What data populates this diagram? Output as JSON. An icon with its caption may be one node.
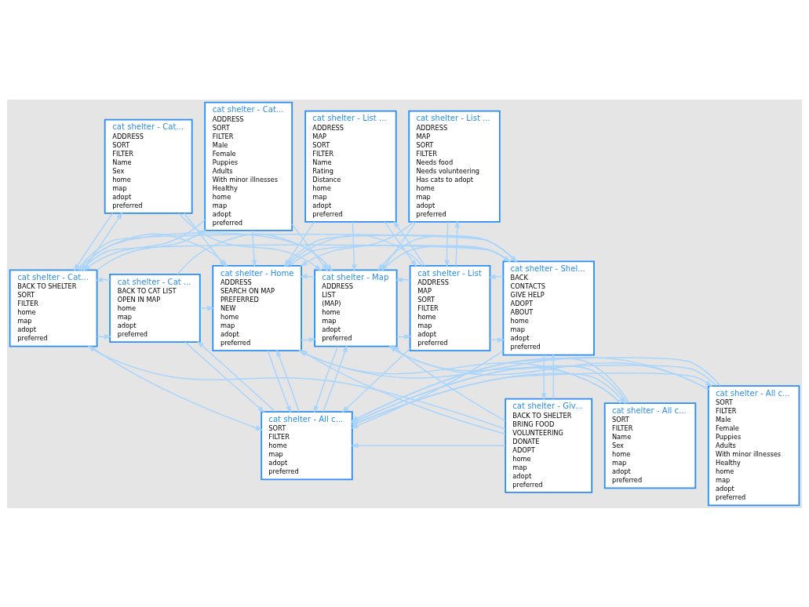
{
  "diagram": {
    "nodes": [
      {
        "text": [
          "cat shelter - List ...",
          "ADDRESS",
          "MAP",
          "SORT",
          "FILTER",
          "Name",
          "Rating",
          "Distance",
          "home",
          "map",
          "adopt",
          "preferred"
        ]
      },
      {
        "text": [
          "cat shelter - List ...",
          "ADDRESS",
          "MAP",
          "SORT",
          "FILTER",
          "Needs food",
          "Needs volunteering",
          "Has cats to adopt",
          "home",
          "map",
          "adopt",
          "preferred"
        ]
      },
      {
        "text": [
          "cat shelter - Cat...",
          "ADDRESS",
          "SORT",
          "FILTER",
          "Name",
          "Sex",
          "home",
          "map",
          "adopt",
          "preferred"
        ]
      },
      {
        "text": [
          "cat shelter - Cat...",
          "ADDRESS",
          "SORT",
          "FILTER",
          "Male",
          "Female",
          "Puppies",
          "Adults",
          "With minor illnesses",
          "Healthy",
          "home",
          "map",
          "adopt",
          "preferred"
        ]
      },
      {
        "text": [
          "cat shelter - Home",
          "ADDRESS",
          "SEARCH ON MAP",
          "PREFERRED",
          "NEW",
          "home",
          "map",
          "adopt",
          "preferred"
        ]
      },
      {
        "text": [
          "cat shelter - Map",
          "ADDRESS",
          "LIST",
          "(MAP)",
          "home",
          "map",
          "adopt",
          "preferred"
        ]
      },
      {
        "text": [
          "cat shelter - List",
          "ADDRESS",
          "MAP",
          "SORT",
          "FILTER",
          "home",
          "map",
          "adopt",
          "preferred"
        ]
      },
      {
        "text": [
          "cat shelter - Shel...",
          "BACK",
          "CONTACTS",
          "GIVE HELP",
          "ADOPT",
          "ABOUT",
          "home",
          "map",
          "adopt",
          "preferred"
        ]
      },
      {
        "text": [
          "cat shelter - Cat...",
          "BACK TO SHELTER",
          "SORT",
          "FILTER",
          "home",
          "map",
          "adopt",
          "preferred"
        ]
      },
      {
        "text": [
          "cat shelter - Cat ...",
          "BACK TO CAT LIST",
          "OPEN IN MAP",
          "home",
          "map",
          "adopt",
          "preferred"
        ]
      },
      {
        "text": [
          "cat shelter - Giv...",
          "BACK TO SHELTER",
          "BRING FOOD",
          "VOLUNTEERING",
          "DONATE",
          "ADOPT",
          "home",
          "map",
          "adopt",
          "preferred"
        ]
      },
      {
        "text": [
          "cat shelter - All c...",
          "SORT",
          "FILTER",
          "home",
          "map",
          "adopt",
          "preferred"
        ]
      },
      {
        "text": [
          "cat shelter - All c...",
          "SORT",
          "FILTER",
          "Name",
          "Sex",
          "home",
          "map",
          "adopt",
          "preferred"
        ]
      },
      {
        "text": [
          "cat shelter - All c...",
          "SORT",
          "FILTER",
          "Male",
          "Female",
          "Puppies",
          "Adults",
          "With minor illnesses",
          "Healthy",
          "home",
          "map",
          "adopt",
          "preferred"
        ]
      }
    ],
    "edges": [
      {
        "from": 4,
        "to": 5,
        "arrow": "to"
      },
      {
        "from": 4,
        "to": 7,
        "arrow": "to"
      },
      {
        "from": 5,
        "to": 6,
        "arrow": "to"
      },
      {
        "from": 5,
        "to": 7,
        "arrow": "to"
      },
      {
        "from": 6,
        "to": 5,
        "arrow": "to"
      },
      {
        "from": 6,
        "to": 0,
        "arrow": "to"
      },
      {
        "from": 6,
        "to": 1,
        "arrow": "to"
      },
      {
        "from": 6,
        "to": 7,
        "arrow": "to"
      },
      {
        "from": 0,
        "to": 6,
        "arrow": "to"
      },
      {
        "from": 1,
        "to": 6,
        "arrow": "to"
      },
      {
        "from": 7,
        "to": 6,
        "arrow": "to"
      },
      {
        "from": 7,
        "to": 10,
        "arrow": "to"
      },
      {
        "from": 7,
        "to": 8,
        "arrow": "to"
      },
      {
        "from": 8,
        "to": 7,
        "arrow": "to"
      },
      {
        "from": 8,
        "to": 2,
        "arrow": "to"
      },
      {
        "from": 8,
        "to": 3,
        "arrow": "to"
      },
      {
        "from": 8,
        "to": 9,
        "arrow": "to"
      },
      {
        "from": 2,
        "to": 8,
        "arrow": "to"
      },
      {
        "from": 3,
        "to": 8,
        "arrow": "to"
      },
      {
        "from": 9,
        "to": 8,
        "arrow": "to"
      },
      {
        "from": 9,
        "to": 5,
        "arrow": "to"
      },
      {
        "from": 10,
        "to": 7,
        "arrow": "to"
      },
      {
        "from": 10,
        "to": 8,
        "arrow": "to"
      },
      {
        "from": 11,
        "to": 12,
        "arrow": "to"
      },
      {
        "from": 11,
        "to": 13,
        "arrow": "to"
      },
      {
        "from": 11,
        "to": 9,
        "arrow": "to"
      },
      {
        "from": 12,
        "to": 11,
        "arrow": "to"
      },
      {
        "from": 13,
        "to": 11,
        "arrow": "to"
      },
      {
        "from": 0,
        "to": 4,
        "arrow": "to"
      },
      {
        "from": 1,
        "to": 4,
        "arrow": "to"
      },
      {
        "from": 2,
        "to": 4,
        "arrow": "to"
      },
      {
        "from": 3,
        "to": 4,
        "arrow": "to"
      },
      {
        "from": 5,
        "to": 4,
        "arrow": "to"
      },
      {
        "from": 6,
        "to": 4,
        "arrow": "to"
      },
      {
        "from": 7,
        "to": 4,
        "arrow": "to"
      },
      {
        "from": 8,
        "to": 4,
        "arrow": "to"
      },
      {
        "from": 9,
        "to": 4,
        "arrow": "to"
      },
      {
        "from": 10,
        "to": 4,
        "arrow": "to"
      },
      {
        "from": 11,
        "to": 4,
        "arrow": "to"
      },
      {
        "from": 12,
        "to": 4,
        "arrow": "to"
      },
      {
        "from": 13,
        "to": 4,
        "arrow": "to"
      },
      {
        "from": 0,
        "to": 5,
        "arrow": "to"
      },
      {
        "from": 1,
        "to": 5,
        "arrow": "to"
      },
      {
        "from": 2,
        "to": 5,
        "arrow": "to"
      },
      {
        "from": 3,
        "to": 5,
        "arrow": "to"
      },
      {
        "from": 7,
        "to": 5,
        "arrow": "to"
      },
      {
        "from": 8,
        "to": 5,
        "arrow": "to"
      },
      {
        "from": 10,
        "to": 5,
        "arrow": "to"
      },
      {
        "from": 11,
        "to": 5,
        "arrow": "to"
      },
      {
        "from": 12,
        "to": 5,
        "arrow": "to"
      },
      {
        "from": 13,
        "to": 5,
        "arrow": "to"
      },
      {
        "from": 4,
        "to": 11,
        "arrow": "to"
      },
      {
        "from": 5,
        "to": 11,
        "arrow": "to"
      },
      {
        "from": 6,
        "to": 11,
        "arrow": "to"
      },
      {
        "from": 7,
        "to": 11,
        "arrow": "to"
      },
      {
        "from": 8,
        "to": 11,
        "arrow": "to"
      },
      {
        "from": 9,
        "to": 11,
        "arrow": "to"
      },
      {
        "from": 10,
        "to": 11,
        "arrow": "to"
      },
      {
        "from": 12,
        "to": 11,
        "arrow": "to"
      },
      {
        "from": 13,
        "to": 11,
        "arrow": "to"
      }
    ]
  }
}
